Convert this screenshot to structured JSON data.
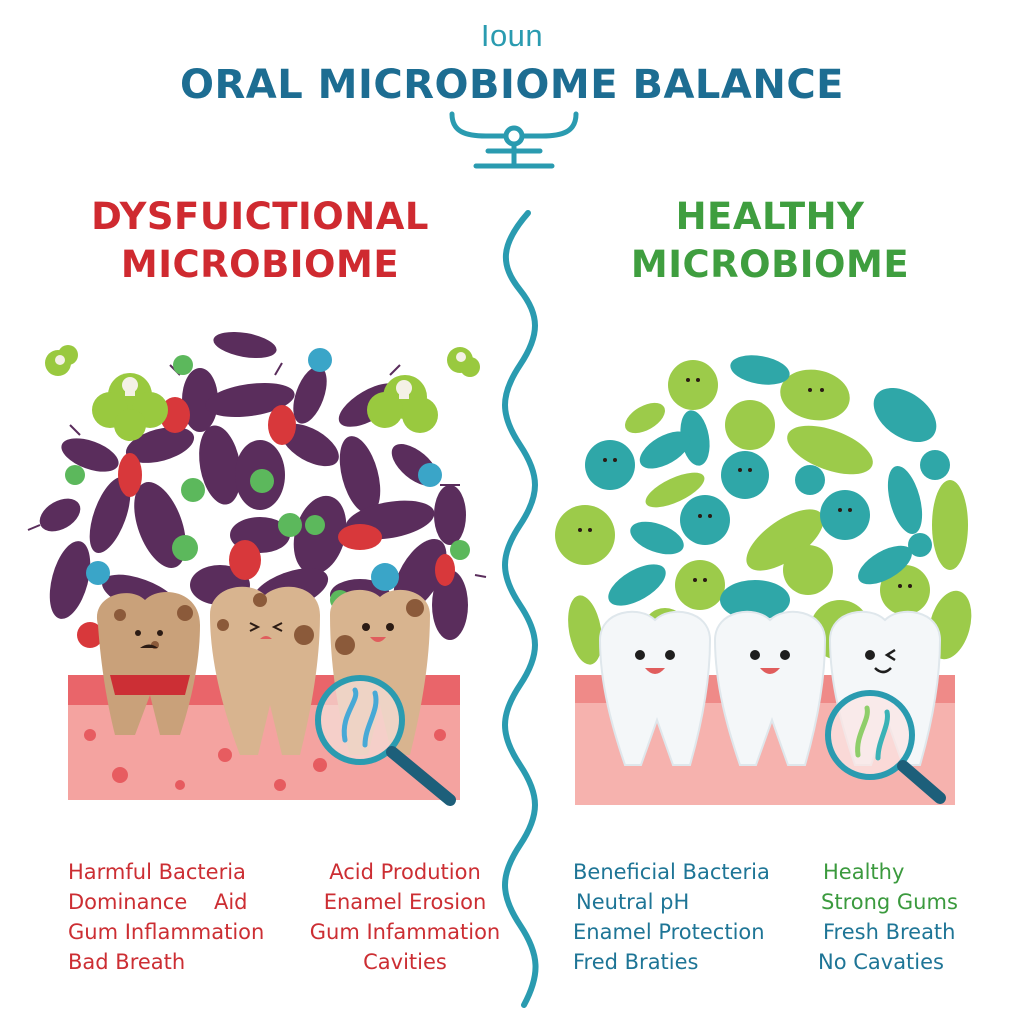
{
  "header": {
    "subtitle": "Ioun",
    "title": "ORAL MICROBIOME BALANCE",
    "icon": "balance-scale-icon",
    "accent_color": "#2a9bb0",
    "title_color": "#1d6d92"
  },
  "left_panel": {
    "title_line1": "DYSFUICTIONAL",
    "title_line2": "MICROBIOME",
    "title_color": "#cf2a30",
    "illustration": "harmful-bacteria-decayed-teeth",
    "list_col1": [
      "Harmful Bacteria",
      "Dominance    Aid",
      "Gum Inflammation",
      "Bad Breath"
    ],
    "list_col2": [
      "Acid Prodution",
      "Enamel Erosion",
      "Gum Infammation",
      "Cavities"
    ],
    "text_color": "#cc2e33"
  },
  "right_panel": {
    "title_line1": "HEALTHY",
    "title_line2": "MICROBIOME",
    "title_color": "#3f9e3f",
    "illustration": "beneficial-bacteria-healthy-teeth",
    "list_col1": [
      "Beneficial Bacteria",
      "Neutral pH",
      "Enamel Protection",
      "Fred Braties"
    ],
    "list_col2": [
      "Healthy",
      "Strong Gums",
      "Fresh Breath",
      "No Cavaties"
    ],
    "col1_color": "#1e7596",
    "col2_colors": [
      "#3b9a3e",
      "#3b9a3e",
      "#1e7596",
      "#1e7596"
    ]
  },
  "divider": {
    "style": "wavy-line",
    "color": "#2a9bb0"
  }
}
